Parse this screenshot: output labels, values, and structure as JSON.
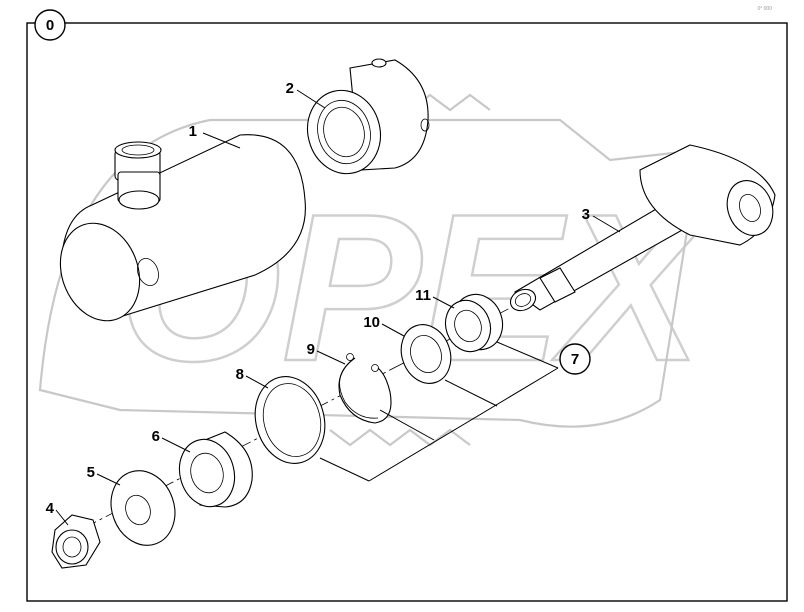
{
  "sheet": {
    "index_label": "0",
    "corner_note": "0° 000"
  },
  "watermark": {
    "text": "OPEX"
  },
  "callouts": [
    {
      "id": "1",
      "label": "1"
    },
    {
      "id": "2",
      "label": "2"
    },
    {
      "id": "3",
      "label": "3"
    },
    {
      "id": "4",
      "label": "4"
    },
    {
      "id": "5",
      "label": "5"
    },
    {
      "id": "6",
      "label": "6"
    },
    {
      "id": "7",
      "label": "7"
    },
    {
      "id": "8",
      "label": "8"
    },
    {
      "id": "9",
      "label": "9"
    },
    {
      "id": "10",
      "label": "10"
    },
    {
      "id": "11",
      "label": "11"
    }
  ]
}
